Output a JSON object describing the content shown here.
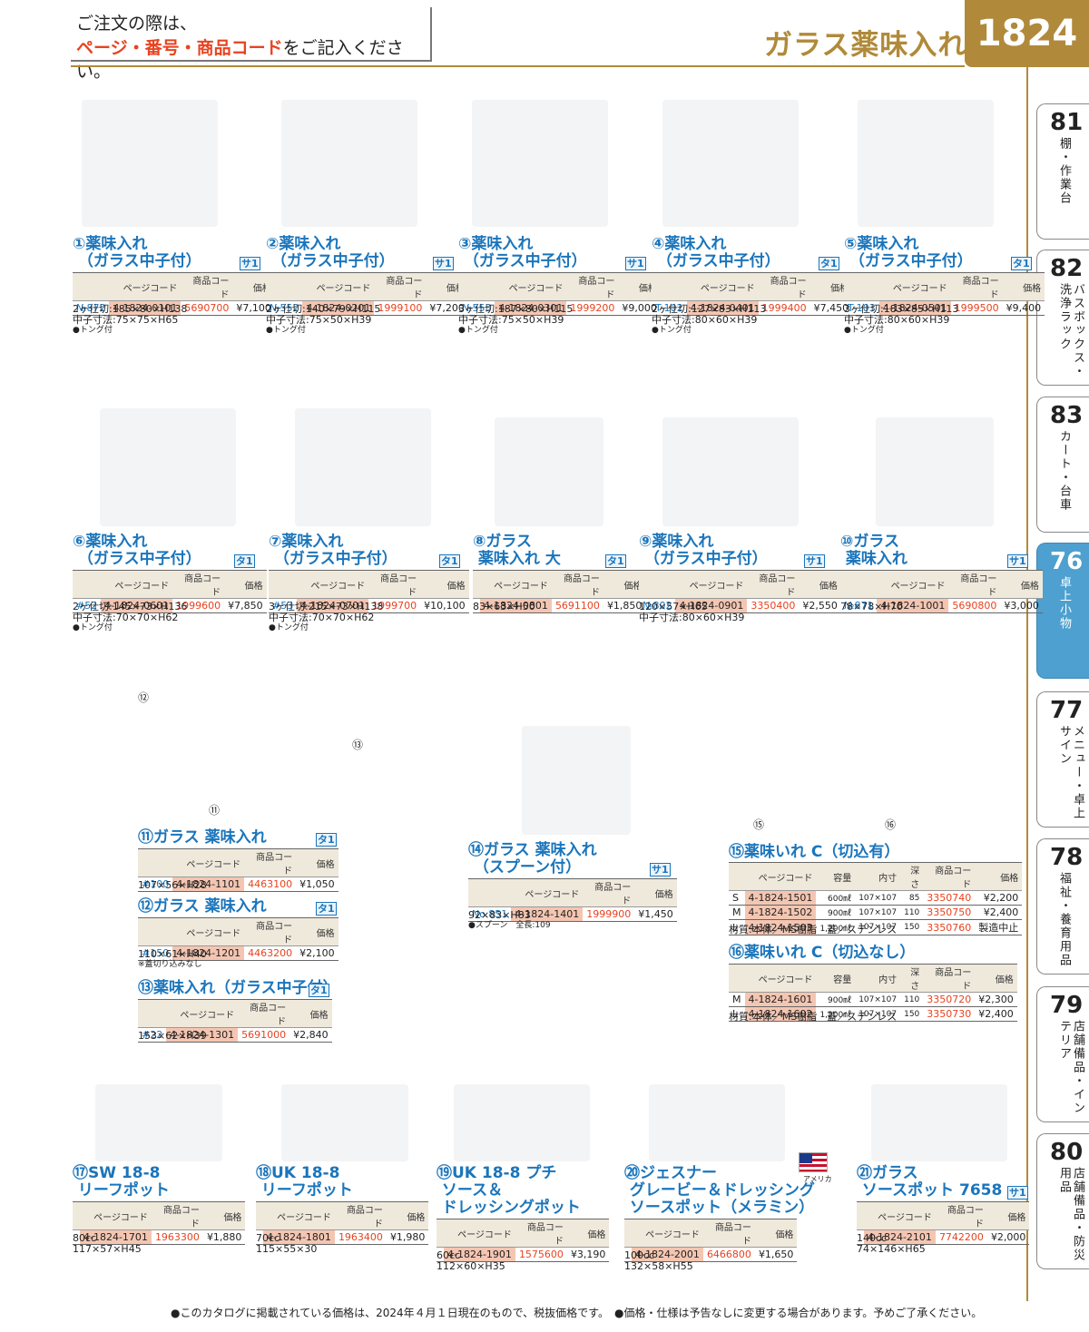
{
  "header": {
    "notice_line1": "ご注文の際は、",
    "notice_red": "ページ・番号・商品コード",
    "notice_rest": "をご記入ください。",
    "title": "ガラス薬味入れ",
    "page": "1824"
  },
  "tabs": [
    {
      "num": "81",
      "label": "棚・作業台"
    },
    {
      "num": "82",
      "label": "バスボックス・洗浄ラック"
    },
    {
      "num": "83",
      "label": "カート・台車"
    },
    {
      "num": "76",
      "label": "卓上小物"
    },
    {
      "num": "77",
      "label": "メニュー・卓上サイン"
    },
    {
      "num": "78",
      "label": "福祉・養育用品"
    },
    {
      "num": "79",
      "label": "店舗備品・インテリア"
    },
    {
      "num": "80",
      "label": "店舗備品・防災用品"
    }
  ],
  "cols": {
    "page": "ページコード",
    "item": "商品コード",
    "price": "価格",
    "cap": "容量",
    "inner": "内寸",
    "depth": "深さ"
  },
  "products": [
    {
      "title": "①薬味入れ\n （ガラス中子付）",
      "badge": "サ1",
      "no": "№872",
      "pc": "4-1824-0101",
      "ic": "5690700",
      "price": "¥7,100",
      "spec": "2ヶ仕切:185×80×H138\n中子寸法:75×75×H65",
      "small": "●トング付"
    },
    {
      "title": "②薬味入れ\n （ガラス中子付）",
      "badge": "サ1",
      "no": "№552",
      "pc": "4-1824-0201",
      "ic": "1999100",
      "price": "¥7,200",
      "spec": "2ヶ仕切:140×79×H115\n中子寸法:75×50×H39",
      "small": "●トング付"
    },
    {
      "title": "③薬味入れ\n （ガラス中子付）",
      "badge": "サ1",
      "no": "№553",
      "pc": "4-1824-0301",
      "ic": "1999200",
      "price": "¥9,000",
      "spec": "3ヶ仕切:187×80×H115\n中子寸法:75×50×H39",
      "small": "●トング付"
    },
    {
      "title": "④薬味入れ\n （ガラス中子付）",
      "badge": "タ1",
      "no": "T-102",
      "pc": "4-1824-0401",
      "ic": "1999400",
      "price": "¥7,450",
      "spec": "2ヶ仕切:127×83×H113\n中子寸法:80×60×H39",
      "small": "●トング付"
    },
    {
      "title": "⑤薬味入れ\n （ガラス中子付）",
      "badge": "タ1",
      "no": "T-103",
      "pc": "4-1824-0501",
      "ic": "1999500",
      "price": "¥9,400",
      "spec": "3ヶ仕切:183×85×H113\n中子寸法:80×60×H39",
      "small": "●トング付"
    },
    {
      "title": "⑥薬味入れ\n （ガラス中子付）",
      "badge": "タ1",
      "no": "#52",
      "pc": "4-1824-0601",
      "ic": "1999600",
      "price": "¥7,850",
      "spec": "2ヶ仕切:145×73×H136\n中子寸法:70×70×H62",
      "small": "●トング付"
    },
    {
      "title": "⑦薬味入れ\n （ガラス中子付）",
      "badge": "タ1",
      "no": "#53",
      "pc": "4-1824-0701",
      "ic": "1999700",
      "price": "¥10,100",
      "spec": "3ヶ仕切:215×73×H138\n中子寸法:70×70×H62",
      "small": "●トング付"
    },
    {
      "title": "⑧ガラス\n 薬味入れ 大",
      "badge": "タ1",
      "no": "",
      "pc": "4-1824-0801",
      "ic": "5691100",
      "price": "¥1,850",
      "spec": "83×63×H50",
      "small": ""
    },
    {
      "title": "⑨薬味入れ\n （ガラス中子付）",
      "badge": "サ1",
      "no": "№802",
      "pc": "4-1824-0901",
      "ic": "3350400",
      "price": "¥2,550",
      "spec": "120×57×H65\n中子寸法:80×60×H39",
      "small": ""
    },
    {
      "title": "⑩ガラス\n 薬味入れ",
      "badge": "サ1",
      "no": "№871",
      "pc": "4-1824-1001",
      "ic": "5690800",
      "price": "¥3,000",
      "spec": "78×78×H70",
      "small": ""
    },
    {
      "title": "⑪ガラス 薬味入れ",
      "badge": "タ1",
      "no": "#100",
      "pc": "4-1824-1101",
      "ic": "4463100",
      "price": "¥1,050",
      "spec": "107×56×H28",
      "small": ""
    },
    {
      "title": "⑫ガラス 薬味入れ",
      "badge": "タ1",
      "no": "#150",
      "pc": "4-1824-1201",
      "ic": "4463200",
      "price": "¥2,100",
      "spec": "110×61×H40",
      "small": "※蓋切り込みなし"
    },
    {
      "title": "⑬薬味入れ（ガラス中子付）",
      "badge": "タ1",
      "no": "#22",
      "pc": "4-1824-1301",
      "ic": "5691000",
      "price": "¥2,840",
      "spec": "153×62×H39",
      "small": ""
    },
    {
      "title": "⑭ガラス 薬味入れ\n （スプーン付）",
      "badge": "サ1",
      "no": "No.851",
      "pc": "4-1824-1401",
      "ic": "1999900",
      "price": "¥1,450",
      "spec": "92×83×H83",
      "small": "●スプーン　全長:109"
    },
    {
      "title": "⑰SW 18-8\n リーフポット",
      "badge": "",
      "no": "",
      "pc": "4-1824-1701",
      "ic": "1963300",
      "price": "¥1,880",
      "spec": "80cc\n117×57×H45",
      "small": ""
    },
    {
      "title": "⑱UK 18-8\n リーフポット",
      "badge": "",
      "no": "",
      "pc": "4-1824-1801",
      "ic": "1963400",
      "price": "¥1,980",
      "spec": "70cc\n115×55×30",
      "small": ""
    },
    {
      "title": "⑲UK 18-8 プチ\n ソース＆\n ドレッシングポット",
      "badge": "",
      "no": "",
      "pc": "4-1824-1901",
      "ic": "1575600",
      "price": "¥3,190",
      "spec": "60cc\n112×60×H35",
      "small": ""
    },
    {
      "title": "⑳ジェスナー\n グレービー＆ドレッシング\n ソースポット（メラミン）",
      "badge": "",
      "no": "",
      "pc": "4-1824-2001",
      "ic": "6466800",
      "price": "¥1,650",
      "spec": "100cc\n132×58×H55",
      "small": ""
    },
    {
      "title": "㉑ガラス\n ソースポット 7658",
      "badge": "サ1",
      "no": "",
      "pc": "4-1824-2101",
      "ic": "7742200",
      "price": "¥2,000",
      "spec": "140cc\n74×146×H65",
      "small": ""
    }
  ],
  "p15": {
    "title": "⑮薬味いれ C（切込有）",
    "rows": [
      {
        "size": "S",
        "pc": "4-1824-1501",
        "cap": "600㎖",
        "inner": "107×107",
        "depth": "85",
        "ic": "3350740",
        "price": "¥2,200"
      },
      {
        "size": "M",
        "pc": "4-1824-1502",
        "cap": "900㎖",
        "inner": "107×107",
        "depth": "110",
        "ic": "3350750",
        "price": "¥2,400"
      },
      {
        "size": "L",
        "pc": "4-1824-1503",
        "cap": "1,200㎖",
        "inner": "107×107",
        "depth": "150",
        "ic": "3350760",
        "price": "製造中止"
      }
    ],
    "material": "材質:本体／MS樹脂　蓋／ステンレス"
  },
  "p16": {
    "title": "⑯薬味いれ C（切込なし）",
    "rows": [
      {
        "size": "M",
        "pc": "4-1824-1601",
        "cap": "900㎖",
        "inner": "107×107",
        "depth": "110",
        "ic": "3350720",
        "price": "¥2,300"
      },
      {
        "size": "L",
        "pc": "4-1824-1602",
        "cap": "1,200㎖",
        "inner": "107×107",
        "depth": "150",
        "ic": "3350730",
        "price": "¥2,400"
      }
    ],
    "material": "材質:本体／MS樹脂　蓋／ステンレス"
  },
  "img_nums": {
    "n11": "⑪",
    "n12": "⑫",
    "n13": "⑬",
    "n15": "⑮",
    "n16": "⑯"
  },
  "flag_text": "アメリカ",
  "footer": "●このカタログに掲載されている価格は、2024年４月１日現在のもので、税抜価格です。　●価格・仕様は予告なしに変更する場合があります。予めご了承ください。"
}
